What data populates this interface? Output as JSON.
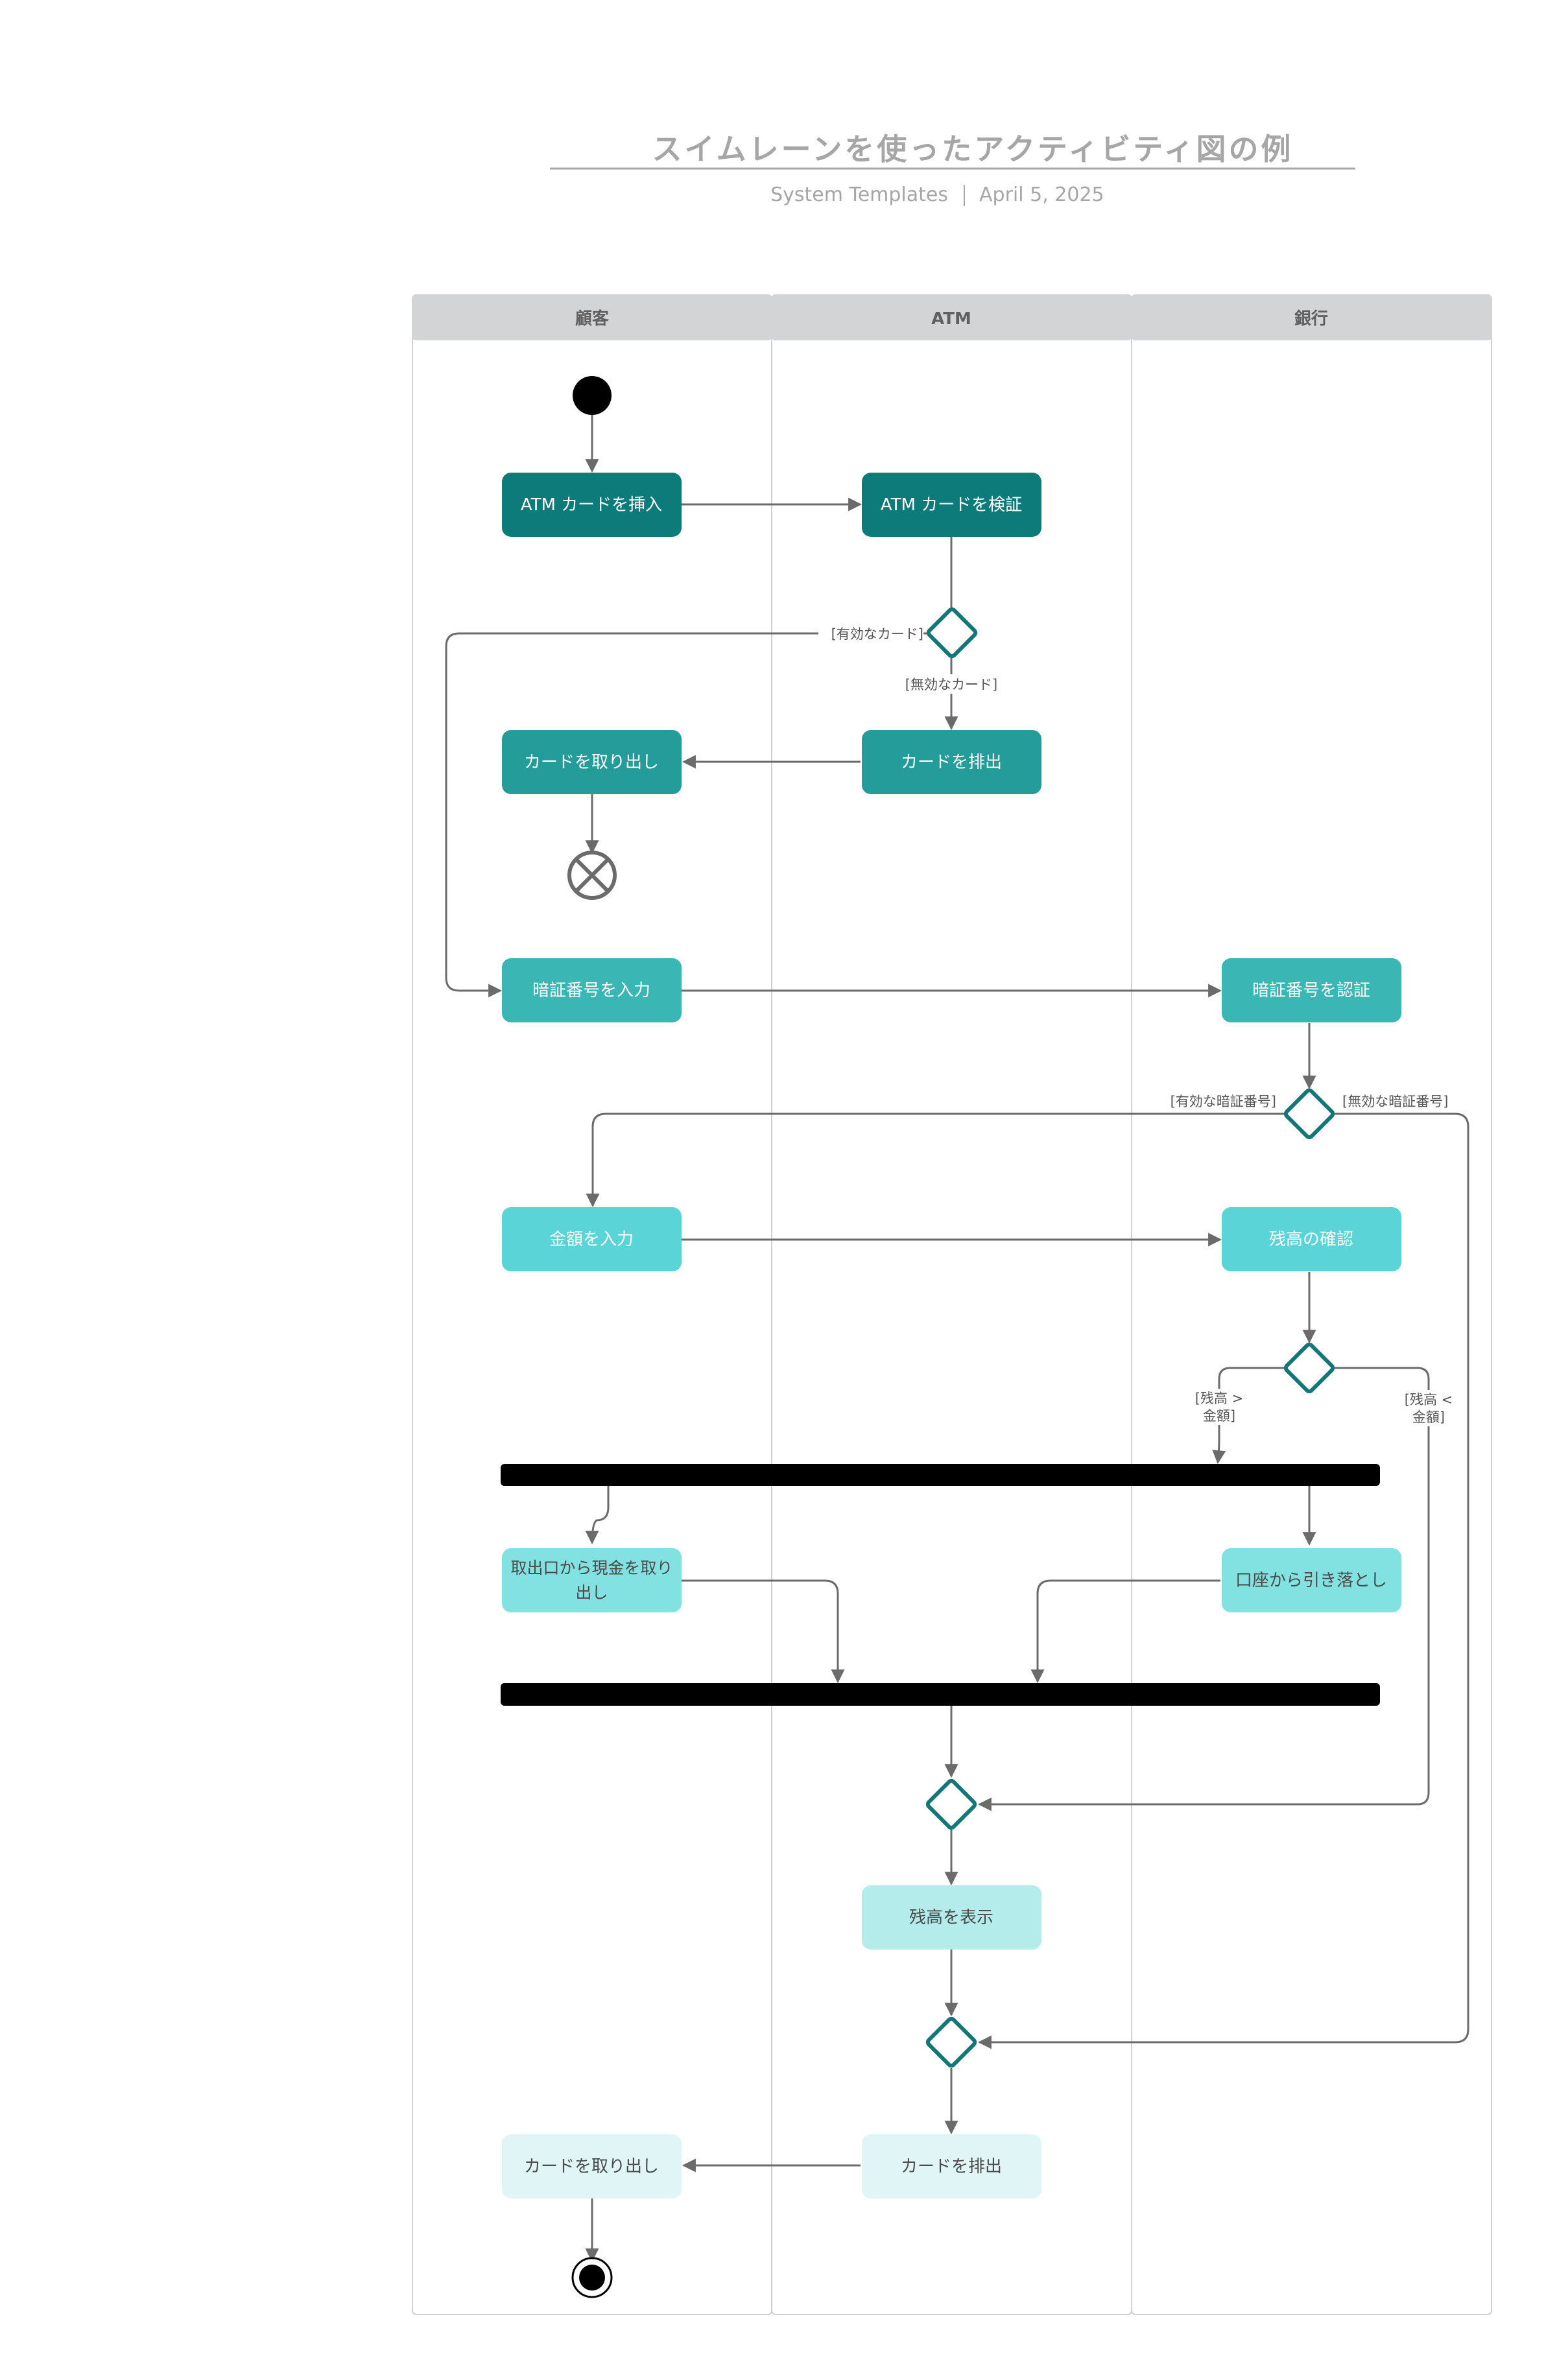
{
  "header": {
    "title": "スイムレーンを使ったアクティビティ図の例",
    "source": "System Templates",
    "date": "April 5, 2025"
  },
  "lanes": [
    "顧客",
    "ATM",
    "銀行"
  ],
  "nodes": {
    "insert_card": "ATM カードを挿入",
    "verify_card": "ATM カードを検証",
    "eject_card_1": "カードを排出",
    "take_card_1": "カードを取り出し",
    "enter_pin": "暗証番号を入力",
    "auth_pin": "暗証番号を認証",
    "enter_amount": "金額を入力",
    "check_balance": "残高の確認",
    "dispense_cash": "取出口から現金を取り出し",
    "debit_account": "口座から引き落とし",
    "show_balance": "残高を表示",
    "eject_card_2": "カードを排出",
    "take_card_2": "カードを取り出し"
  },
  "guards": {
    "valid_card": "[有効なカード]",
    "invalid_card": "[無効なカード]",
    "valid_pin": "[有効な暗証番号]",
    "invalid_pin": "[無効な暗証番号]",
    "balance_gt_1": "[残高 >",
    "balance_gt_2": "金額]",
    "balance_lt_1": "[残高 <",
    "balance_lt_2": "金額]"
  },
  "colors": {
    "shade_1": "#0e7b7b",
    "shade_2": "#249c99",
    "shade_3": "#3ab6b4",
    "shade_4": "#5bd4d8",
    "shade_5": "#82e1e1",
    "shade_6": "#b3ecea",
    "shade_7": "#e0f6f6",
    "decision_stroke": "#127776",
    "lane_header": "#d3d4d6"
  }
}
